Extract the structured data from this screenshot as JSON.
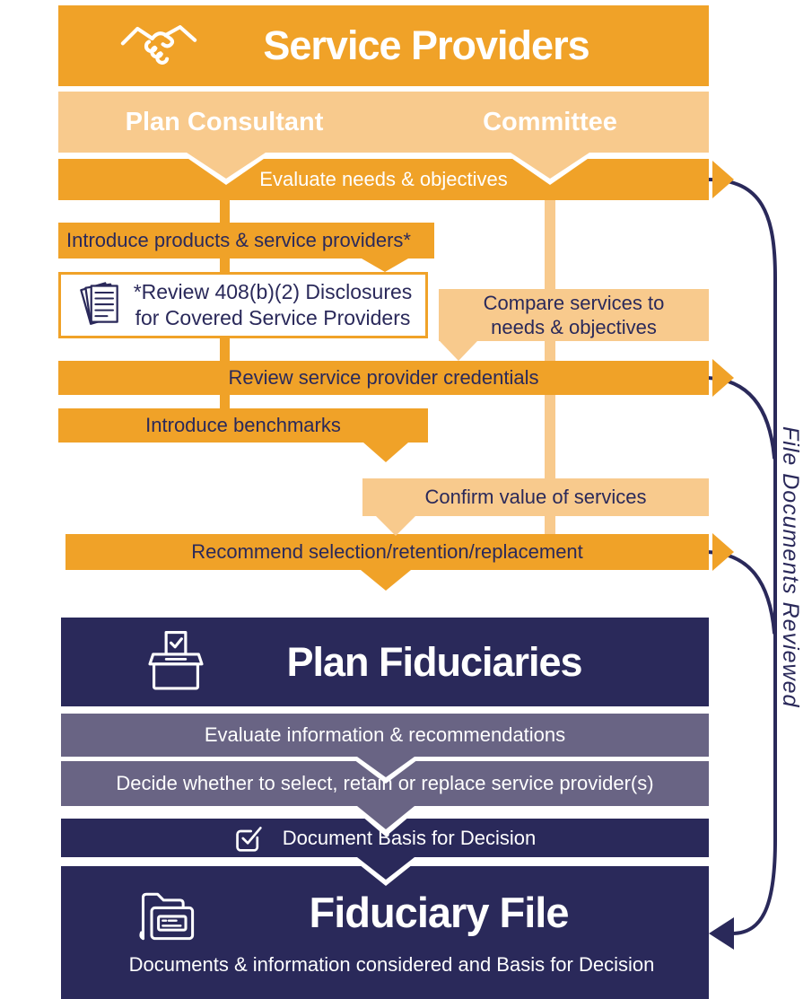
{
  "colors": {
    "orange": "#F0A228",
    "light_orange": "#F8CA8D",
    "navy": "#2A295A",
    "purple_gray": "#696484",
    "white": "#FFFFFF"
  },
  "service_providers": {
    "title": "Service Providers"
  },
  "columns": {
    "plan_consultant": "Plan Consultant",
    "committee": "Committee"
  },
  "steps": {
    "evaluate_needs": "Evaluate needs & objectives",
    "introduce_products": "Introduce products & service providers*",
    "disclosures_line1": "*Review 408(b)(2) Disclosures",
    "disclosures_line2": "for Covered Service Providers",
    "compare_line1": "Compare services to",
    "compare_line2": "needs & objectives",
    "review_credentials": "Review service provider credentials",
    "introduce_benchmarks": "Introduce benchmarks",
    "confirm_value": "Confirm value of services",
    "recommend": "Recommend selection/retention/replacement"
  },
  "plan_fiduciaries": {
    "title": "Plan Fiduciaries",
    "evaluate_info": "Evaluate information & recommendations",
    "decide": "Decide whether to select, retain or replace service provider(s)",
    "document_basis": "Document Basis for Decision"
  },
  "fiduciary_file": {
    "title": "Fiduciary File",
    "subtitle": "Documents & information considered and Basis for Decision"
  },
  "annotations": {
    "side_note": "File Documents Reviewed"
  },
  "icons": {
    "header": "handshake-icon",
    "disclosures": "documents-icon",
    "fiduciaries": "ballot-box-icon",
    "document_basis": "checkbox-icon",
    "file": "folder-icon"
  }
}
